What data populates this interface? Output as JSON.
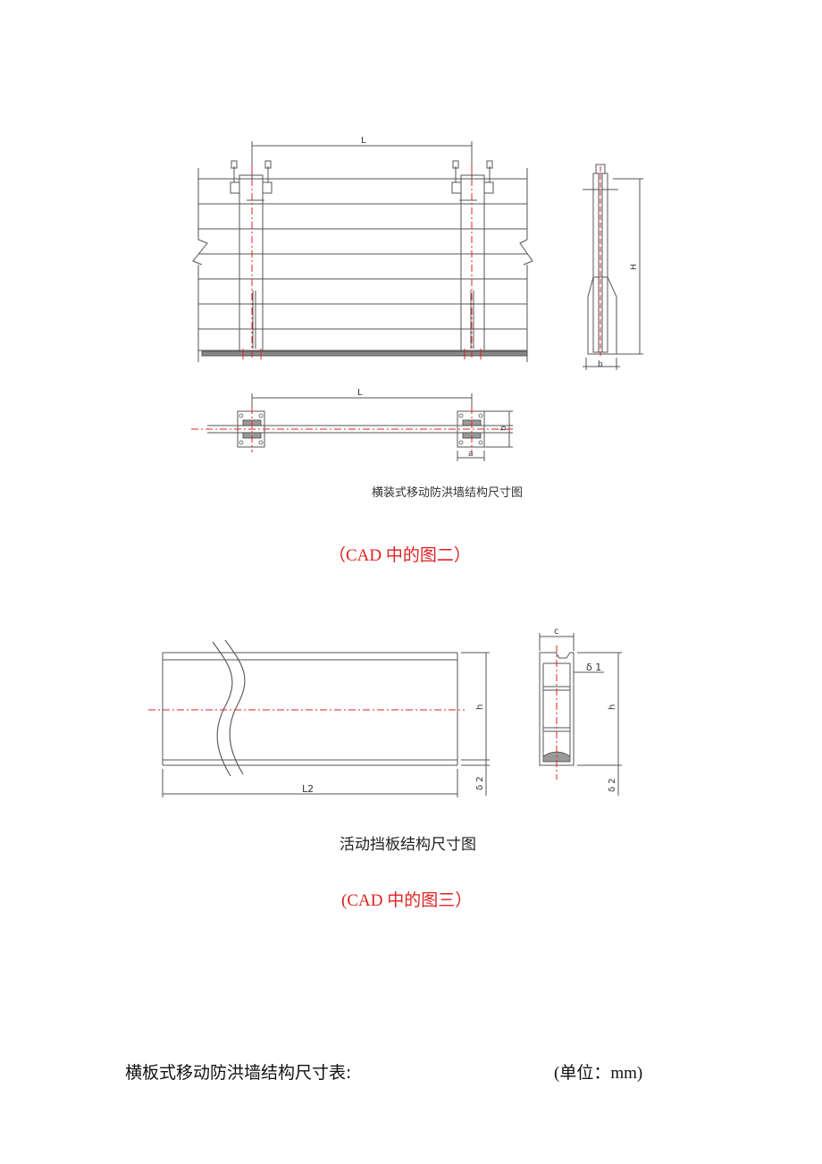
{
  "figure2": {
    "caption": "横装式移动防洪墙结构尺寸图",
    "cad_label": "（CAD 中的图二）",
    "dim_L_top": "L",
    "dim_L_plan": "L",
    "dim_H": "H",
    "dim_b_side": "b",
    "dim_b_plan": "b",
    "dim_a": "a"
  },
  "figure3": {
    "caption": "活动挡板结构尺寸图",
    "cad_label": "(CAD 中的图三）",
    "dim_L2": "L2",
    "dim_h_front": "h",
    "dim_h_section": "h",
    "dim_c": "c",
    "dim_d1": "δ 1",
    "dim_d2_front": "δ 2",
    "dim_d2_section": "δ 2"
  },
  "table_header": {
    "title": "横板式移动防洪墙结构尺寸表:",
    "unit": "(单位：mm)"
  },
  "colors": {
    "line": "#555555",
    "centerline": "#e02020"
  }
}
